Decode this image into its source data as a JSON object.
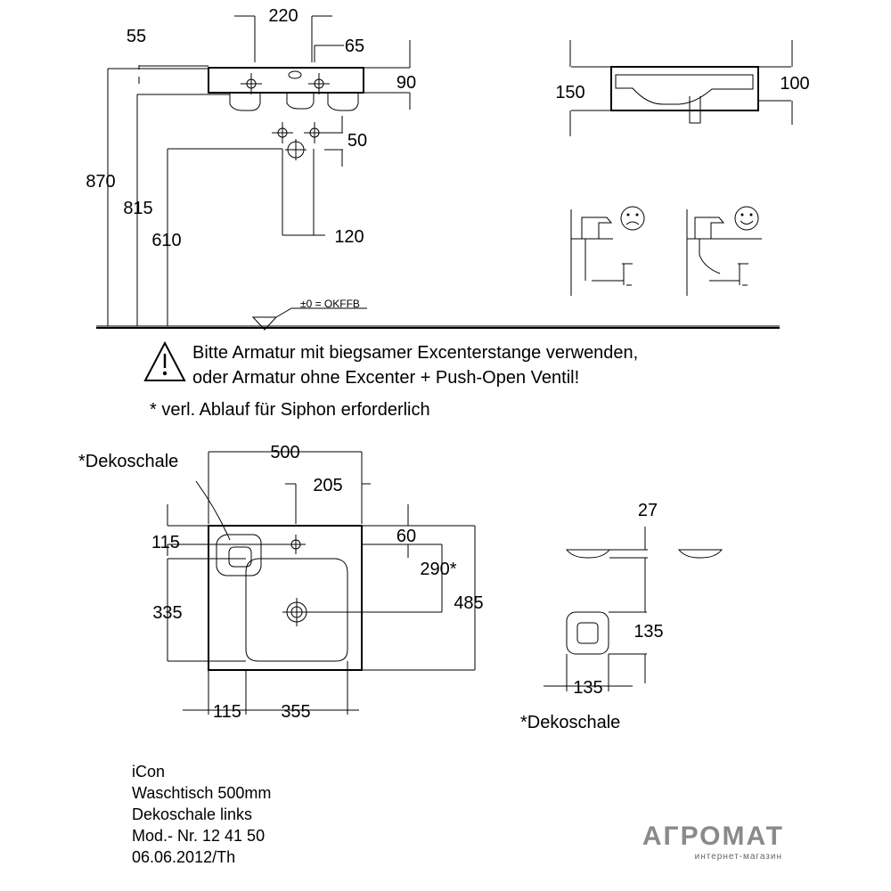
{
  "dimensions": {
    "top_left": "55",
    "top_center": "220",
    "top_right": "65",
    "right_1": "90",
    "right_2": "50",
    "left_outer": "870",
    "left_mid": "815",
    "left_inner": "610",
    "bottom_center": "120",
    "section_left": "150",
    "section_right": "100",
    "plan_width": "500",
    "plan_205": "205",
    "plan_115_top": "115",
    "plan_60": "60",
    "plan_290": "290*",
    "plan_485": "485",
    "plan_335": "335",
    "plan_115_bottom": "115",
    "plan_355": "355",
    "bowl_27": "27",
    "bowl_135_h": "135",
    "bowl_135_w": "135"
  },
  "labels": {
    "level_reference": "±0 = OKFFB",
    "dekoschale_top": "*Dekoschale",
    "dekoschale_bottom": "*Dekoschale"
  },
  "notes": {
    "line_1": "Bitte Armatur mit biegsamer Excenterstange verwenden,",
    "line_2": "oder Armatur ohne Excenter + Push-Open Ventil!",
    "siphon_note": "* verl. Ablauf für Siphon erforderlich"
  },
  "meta": {
    "line_1": "iCon",
    "line_2": "Waschtisch 500mm",
    "line_3": "Dekoschale links",
    "line_4": "Mod.- Nr. 12 41 50",
    "line_5": "06.06.2012/Th"
  },
  "branding": {
    "name": "АГРОМАТ",
    "subtitle": "интернет-магазин"
  },
  "icons": {
    "warning": "warning-triangle-icon",
    "sad_face": "sad-face-icon",
    "happy_face": "happy-face-icon"
  }
}
